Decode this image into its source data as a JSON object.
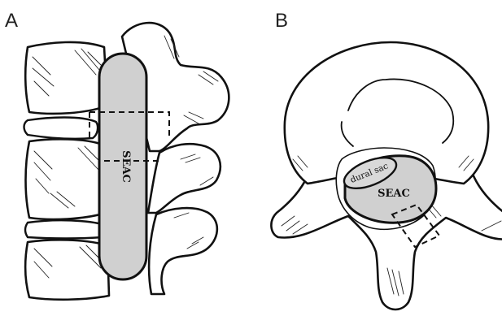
{
  "panels": {
    "a": {
      "letter": "A",
      "seac_label": "SEAC"
    },
    "b": {
      "letter": "B",
      "seac_label": "SEAC",
      "dural_sac_label": "dural sac"
    }
  }
}
